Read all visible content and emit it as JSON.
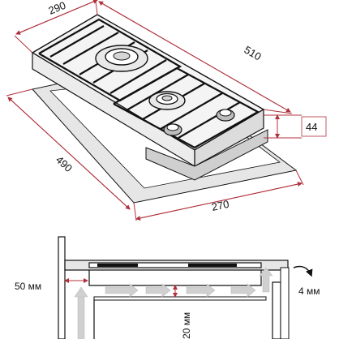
{
  "dimensions": {
    "hob_width": "290",
    "hob_depth": "510",
    "hob_height": "44",
    "cutout_depth": "490",
    "cutout_width": "270"
  },
  "installation": {
    "rear_gap": "50 мм",
    "air_gap": "20 мм",
    "side_gap": "4 мм"
  },
  "colors": {
    "dimension_line": "#b0303c",
    "arrow_flow": "#d0d0d0",
    "countertop": "#e6e6e6"
  }
}
